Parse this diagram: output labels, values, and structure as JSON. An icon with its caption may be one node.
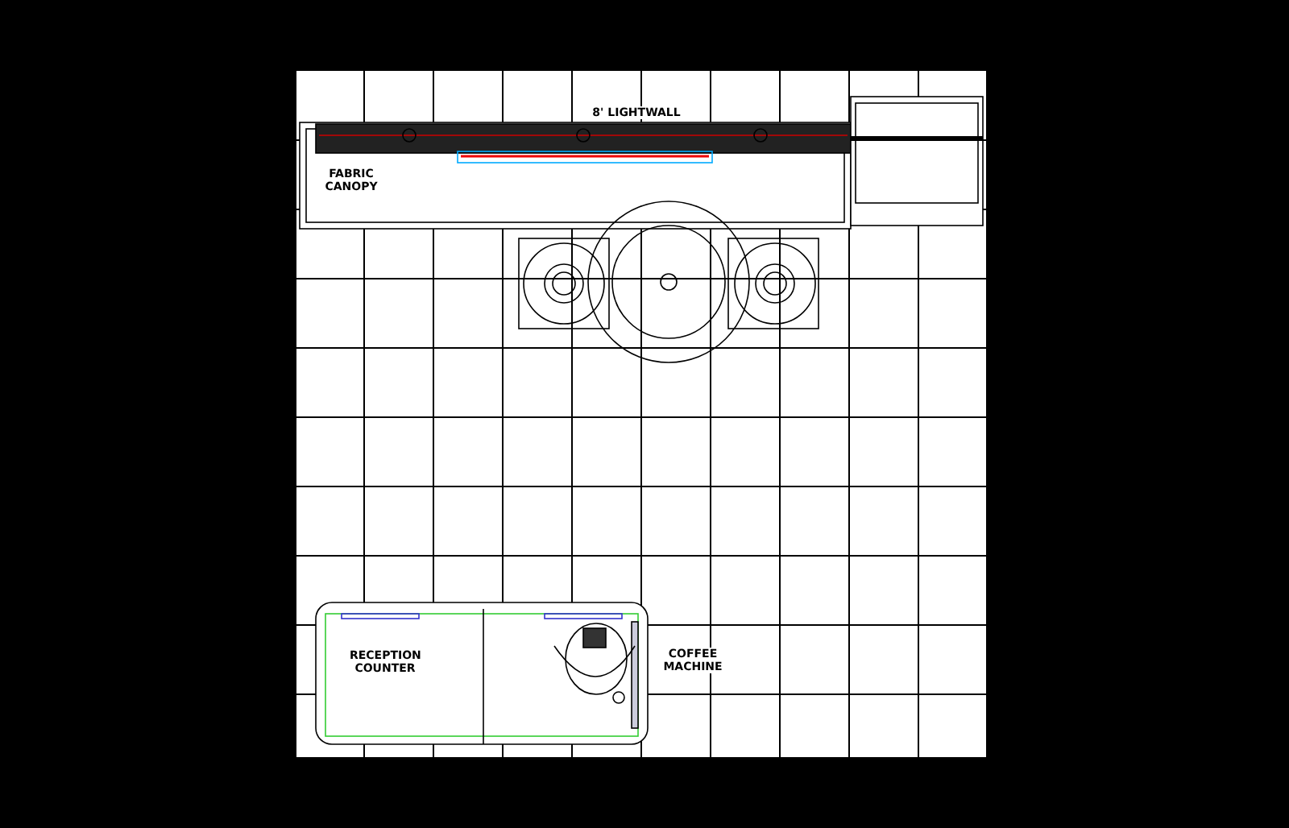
{
  "diagram": {
    "labels": [
      "8' LIGHTWALL",
      "FABRIC CANOPY",
      "RECEPTION COUNTER",
      "COFFEE MACHINE"
    ]
  }
}
